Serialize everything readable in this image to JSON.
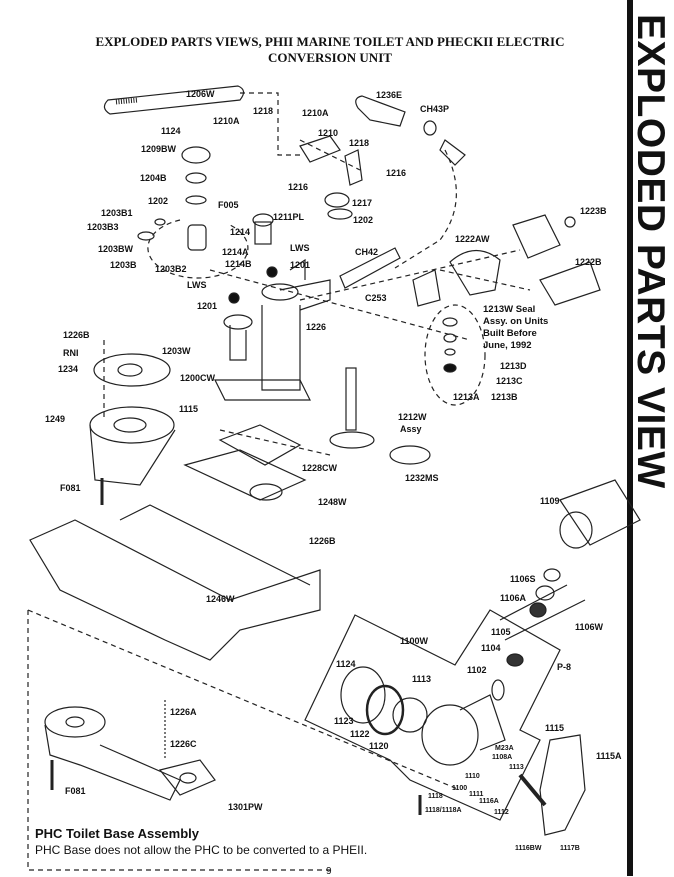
{
  "header": {
    "title_line1": "EXPLODED PARTS VIEWS, PHII MARINE TOILET AND PHECKII ELECTRIC",
    "title_line2": "CONVERSION UNIT",
    "side_title": "EXPLODED PARTS VIEW"
  },
  "labels": [
    "1206W",
    "1218",
    "1210A",
    "1210A",
    "1124",
    "1210",
    "1209BW",
    "1236E",
    "CH43P",
    "1218",
    "1216",
    "1204B",
    "1216",
    "1202",
    "1217",
    "F005",
    "1203B1",
    "1211PL",
    "1202",
    "1203B3",
    "1214",
    "1222AW",
    "1223B",
    "1203BW",
    "1214A",
    "LWS",
    "CH42",
    "1203B",
    "1214B",
    "1203B2",
    "1201",
    "1222B",
    "LWS",
    "C253",
    "1201",
    "1226",
    "1226B",
    "RNI",
    "1203W",
    "1213D",
    "1234",
    "1200CW",
    "1213C",
    "1213A",
    "1213B",
    "1115",
    "1212W",
    "Assy",
    "1249",
    "1228CW",
    "1232MS",
    "F081",
    "1248W",
    "1109",
    "1226B",
    "1106S",
    "1106A",
    "1246W",
    "1106W",
    "1105",
    "1100W",
    "1104",
    "1124",
    "P-8",
    "1113",
    "1102",
    "1226A",
    "1115",
    "1123",
    "1122",
    "1120",
    "1226C",
    "M23A",
    "1108A",
    "1115A",
    "1113",
    "1110",
    "F081",
    "1100",
    "1111",
    "1118",
    "1116A",
    "1301PW",
    "1118/1118A",
    "1112",
    "1116BW",
    "1117B"
  ],
  "seal_note": [
    "1213W Seal",
    "Assy. on Units",
    "Built Before",
    "June, 1992"
  ],
  "inset": {
    "title": "PHC Toilet Base Assembly",
    "note": "PHC Base does not allow the PHC to be converted to a PHEII."
  },
  "page_number": "9"
}
